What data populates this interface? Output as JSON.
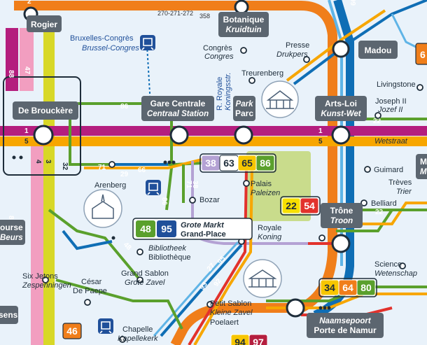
{
  "stations": {
    "rogier": "Rogier",
    "debrouckere": "De Brouckère",
    "gare_centrale_fr": "Gare Centrale",
    "gare_centrale_nl": "Centraal Station",
    "botanique_fr": "Botanique",
    "botanique_nl": "Kruidtuin",
    "park_nl": "Park",
    "park_fr": "Parc",
    "arts_loi_fr": "Arts-Loi",
    "arts_loi_nl": "Kunst-Wet",
    "madou": "Madou",
    "trone_fr": "Trône",
    "trone_nl": "Troon",
    "naamsepoort_nl": "Naamsepoort",
    "porte_namur_fr": "Porte de Namur",
    "bourse_partial_fr": "ourse",
    "bourse_partial_nl": "Beurs",
    "ssens_partial": "sens",
    "m_partial_1": "M",
    "m_partial_2": "M"
  },
  "stops": {
    "bruxelles_congres_fr": "Bruxelles-Congrès",
    "brussel_congres_nl": "Brussel-Congres",
    "congres_fr": "Congrès",
    "congres_nl": "Congres",
    "presse_fr": "Presse",
    "drukpers_nl": "Drukpers",
    "treurenberg": "Treurenberg",
    "livingstone": "Livingstone",
    "joseph_ii_fr": "Joseph II",
    "jozef_ii_nl": "Jozef II",
    "guimard": "Guimard",
    "treves_fr": "Trèves",
    "trier_nl": "Trier",
    "belliard": "Belliard",
    "arenberg": "Arenberg",
    "bozar": "Bozar",
    "palais_fr": "Palais",
    "paleizen_nl": "Paleizen",
    "royale_fr": "Royale",
    "koning_nl": "Koning",
    "science_fr": "Science",
    "wetenschap_nl": "Wetenschap",
    "bibliotheek_nl": "Bibliotheek",
    "bibliotheque_fr": "Bibliothèque",
    "grand_sablon_fr": "Grand Sablon",
    "grote_zavel_nl": "Grote Zavel",
    "petit_sablon_fr": "Petit Sablon",
    "kleine_zavel_nl": "Kleine Zavel",
    "poelaert": "Poelaert",
    "six_jetons_fr": "Six Jetons",
    "zespenningen_nl": "Zespenningen",
    "cesar_fr": "César",
    "de_paepe": "De Paepe",
    "chapelle_fr": "Chapelle",
    "kapellekerk_nl": "Kapellekerk",
    "grote_markt_nl": "Grote Markt",
    "grand_place_fr": "Grand-Place"
  },
  "streets": {
    "r_royale": "R. Royale",
    "koningsstr": "Koningsstr.",
    "wetstraat": "Wetstraat"
  },
  "route_numbers": {
    "top_bus": "270-271-272",
    "top_358": "358",
    "top_2": "2",
    "top_66": "66"
  },
  "badges": {
    "park_group": [
      "38",
      "63",
      "65",
      "86"
    ],
    "trone_group": [
      "22",
      "54"
    ],
    "grote_markt_group": [
      "48",
      "95"
    ],
    "porte_namur_group": [
      "34",
      "64",
      "80"
    ],
    "bottom_group": [
      "94",
      "97"
    ],
    "partial_6": "6",
    "bottom_46": "46"
  },
  "line_labels": {
    "metro_1": "1",
    "metro_5": "5",
    "pre_4": "4",
    "pre_3": "3",
    "pre_32": "32",
    "tram_88": "88",
    "tram_47": "47",
    "bus_86": "86",
    "bus_71": "71",
    "bus_29": "29",
    "bus_66": "66",
    "bus_38": "38",
    "bus_71b": "71",
    "bus_86b": "86",
    "bus_48": "48",
    "bus_27": "27",
    "bus_95": "95",
    "bus_93": "93",
    "bus_92": "92",
    "bus_22": "22",
    "bus_22b": "22",
    "bus_86c": "86"
  },
  "colors": {
    "metro_1": "#b41e7e",
    "metro_5": "#f7a600",
    "metro_2_6": "#f07e1a",
    "pre_3": "#d8d827",
    "pre_4": "#f29ec0",
    "tram_blue": "#0f6eb5",
    "bus_green": "#5aa02c",
    "bus_orange": "#f7a600",
    "bus_lightblue": "#5fb4e6",
    "bus_red": "#e2322c",
    "bus_purple": "#b4a2d4",
    "station_box": "#5c6670",
    "park_green": "#c9dc8c"
  }
}
